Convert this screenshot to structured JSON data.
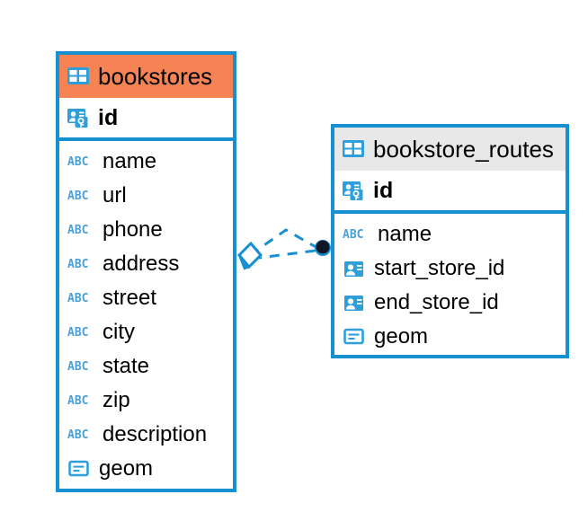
{
  "diagram": {
    "type": "entity-relationship-diagram",
    "background_color": "#ffffff",
    "accent_color": "#1690d0",
    "highlight_color": "#f58353",
    "header_grey": "#e8e8e8",
    "icon_blue": "#2f9fdc",
    "abc_blue": "#4a9fd8"
  },
  "entities": [
    {
      "name": "bookstores",
      "header_style": "orange",
      "primary_key": {
        "label": "id",
        "icon": "primary-key-icon"
      },
      "fields": [
        {
          "label": "name",
          "icon": "text-type-icon"
        },
        {
          "label": "url",
          "icon": "text-type-icon"
        },
        {
          "label": "phone",
          "icon": "text-type-icon"
        },
        {
          "label": "address",
          "icon": "text-type-icon"
        },
        {
          "label": "street",
          "icon": "text-type-icon"
        },
        {
          "label": "city",
          "icon": "text-type-icon"
        },
        {
          "label": "state",
          "icon": "text-type-icon"
        },
        {
          "label": "zip",
          "icon": "text-type-icon"
        },
        {
          "label": "description",
          "icon": "text-type-icon"
        },
        {
          "label": "geom",
          "icon": "geometry-type-icon"
        }
      ]
    },
    {
      "name": "bookstore_routes",
      "header_style": "grey",
      "primary_key": {
        "label": "id",
        "icon": "primary-key-icon"
      },
      "fields": [
        {
          "label": "name",
          "icon": "text-type-icon"
        },
        {
          "label": "start_store_id",
          "icon": "foreign-key-icon"
        },
        {
          "label": "end_store_id",
          "icon": "foreign-key-icon"
        },
        {
          "label": "geom",
          "icon": "geometry-type-icon"
        }
      ]
    }
  ],
  "relationship": {
    "style": "dashed",
    "color": "#1690d0",
    "source_marker": "diamond-open",
    "target_marker": "filled-dot",
    "target_marker_color": "#101828"
  }
}
